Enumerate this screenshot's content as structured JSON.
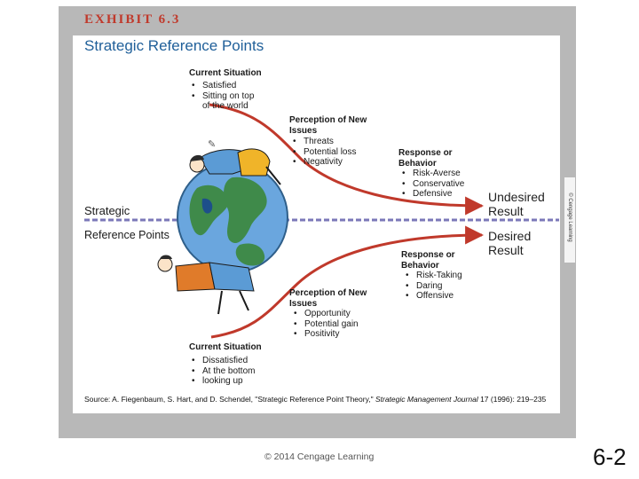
{
  "exhibit": {
    "label": "EXHIBIT",
    "number": "6.3"
  },
  "title": "Strategic Reference Points",
  "top": {
    "current_heading": "Current Situation",
    "current_items": [
      "Satisfied",
      "Sitting on top",
      "of the world"
    ],
    "perception_heading_1": "Perception of New",
    "perception_heading_2": "Issues",
    "perception_items": [
      "Threats",
      "Potential loss",
      "Negativity"
    ],
    "response_heading_1": "Response or",
    "response_heading_2": "Behavior",
    "response_items": [
      "Risk-Averse",
      "Conservative",
      "Defensive"
    ],
    "result_1": "Undesired",
    "result_2": "Result"
  },
  "middle": {
    "label_1": "Strategic",
    "label_2": "Reference Points"
  },
  "bottom": {
    "result_1": "Desired",
    "result_2": "Result",
    "response_heading_1": "Response or",
    "response_heading_2": "Behavior",
    "response_items": [
      "Risk-Taking",
      "Daring",
      "Offensive"
    ],
    "perception_heading_1": "Perception of New",
    "perception_heading_2": "Issues",
    "perception_items": [
      "Opportunity",
      "Potential gain",
      "Positivity"
    ],
    "current_heading": "Current Situation",
    "current_items": [
      "Dissatisfied",
      "At the bottom",
      "looking up"
    ]
  },
  "source": {
    "prefix": "Source: A. Fiegenbaum, S. Hart, and D. Schendel, \"Strategic Reference Point Theory,\" ",
    "journal": "Strategic Management Journal",
    "suffix": " 17 (1996): 219–235"
  },
  "side_credit": "© Cengage Learning",
  "footer": {
    "copyright": "© 2014 Cengage Learning",
    "page": "6-2"
  },
  "colors": {
    "accent_red": "#c0392b",
    "title_blue": "#1f5f99",
    "dash_purple": "#7b78b8",
    "globe_blue": "#5b9bd5",
    "land_green": "#3f8a4a"
  }
}
